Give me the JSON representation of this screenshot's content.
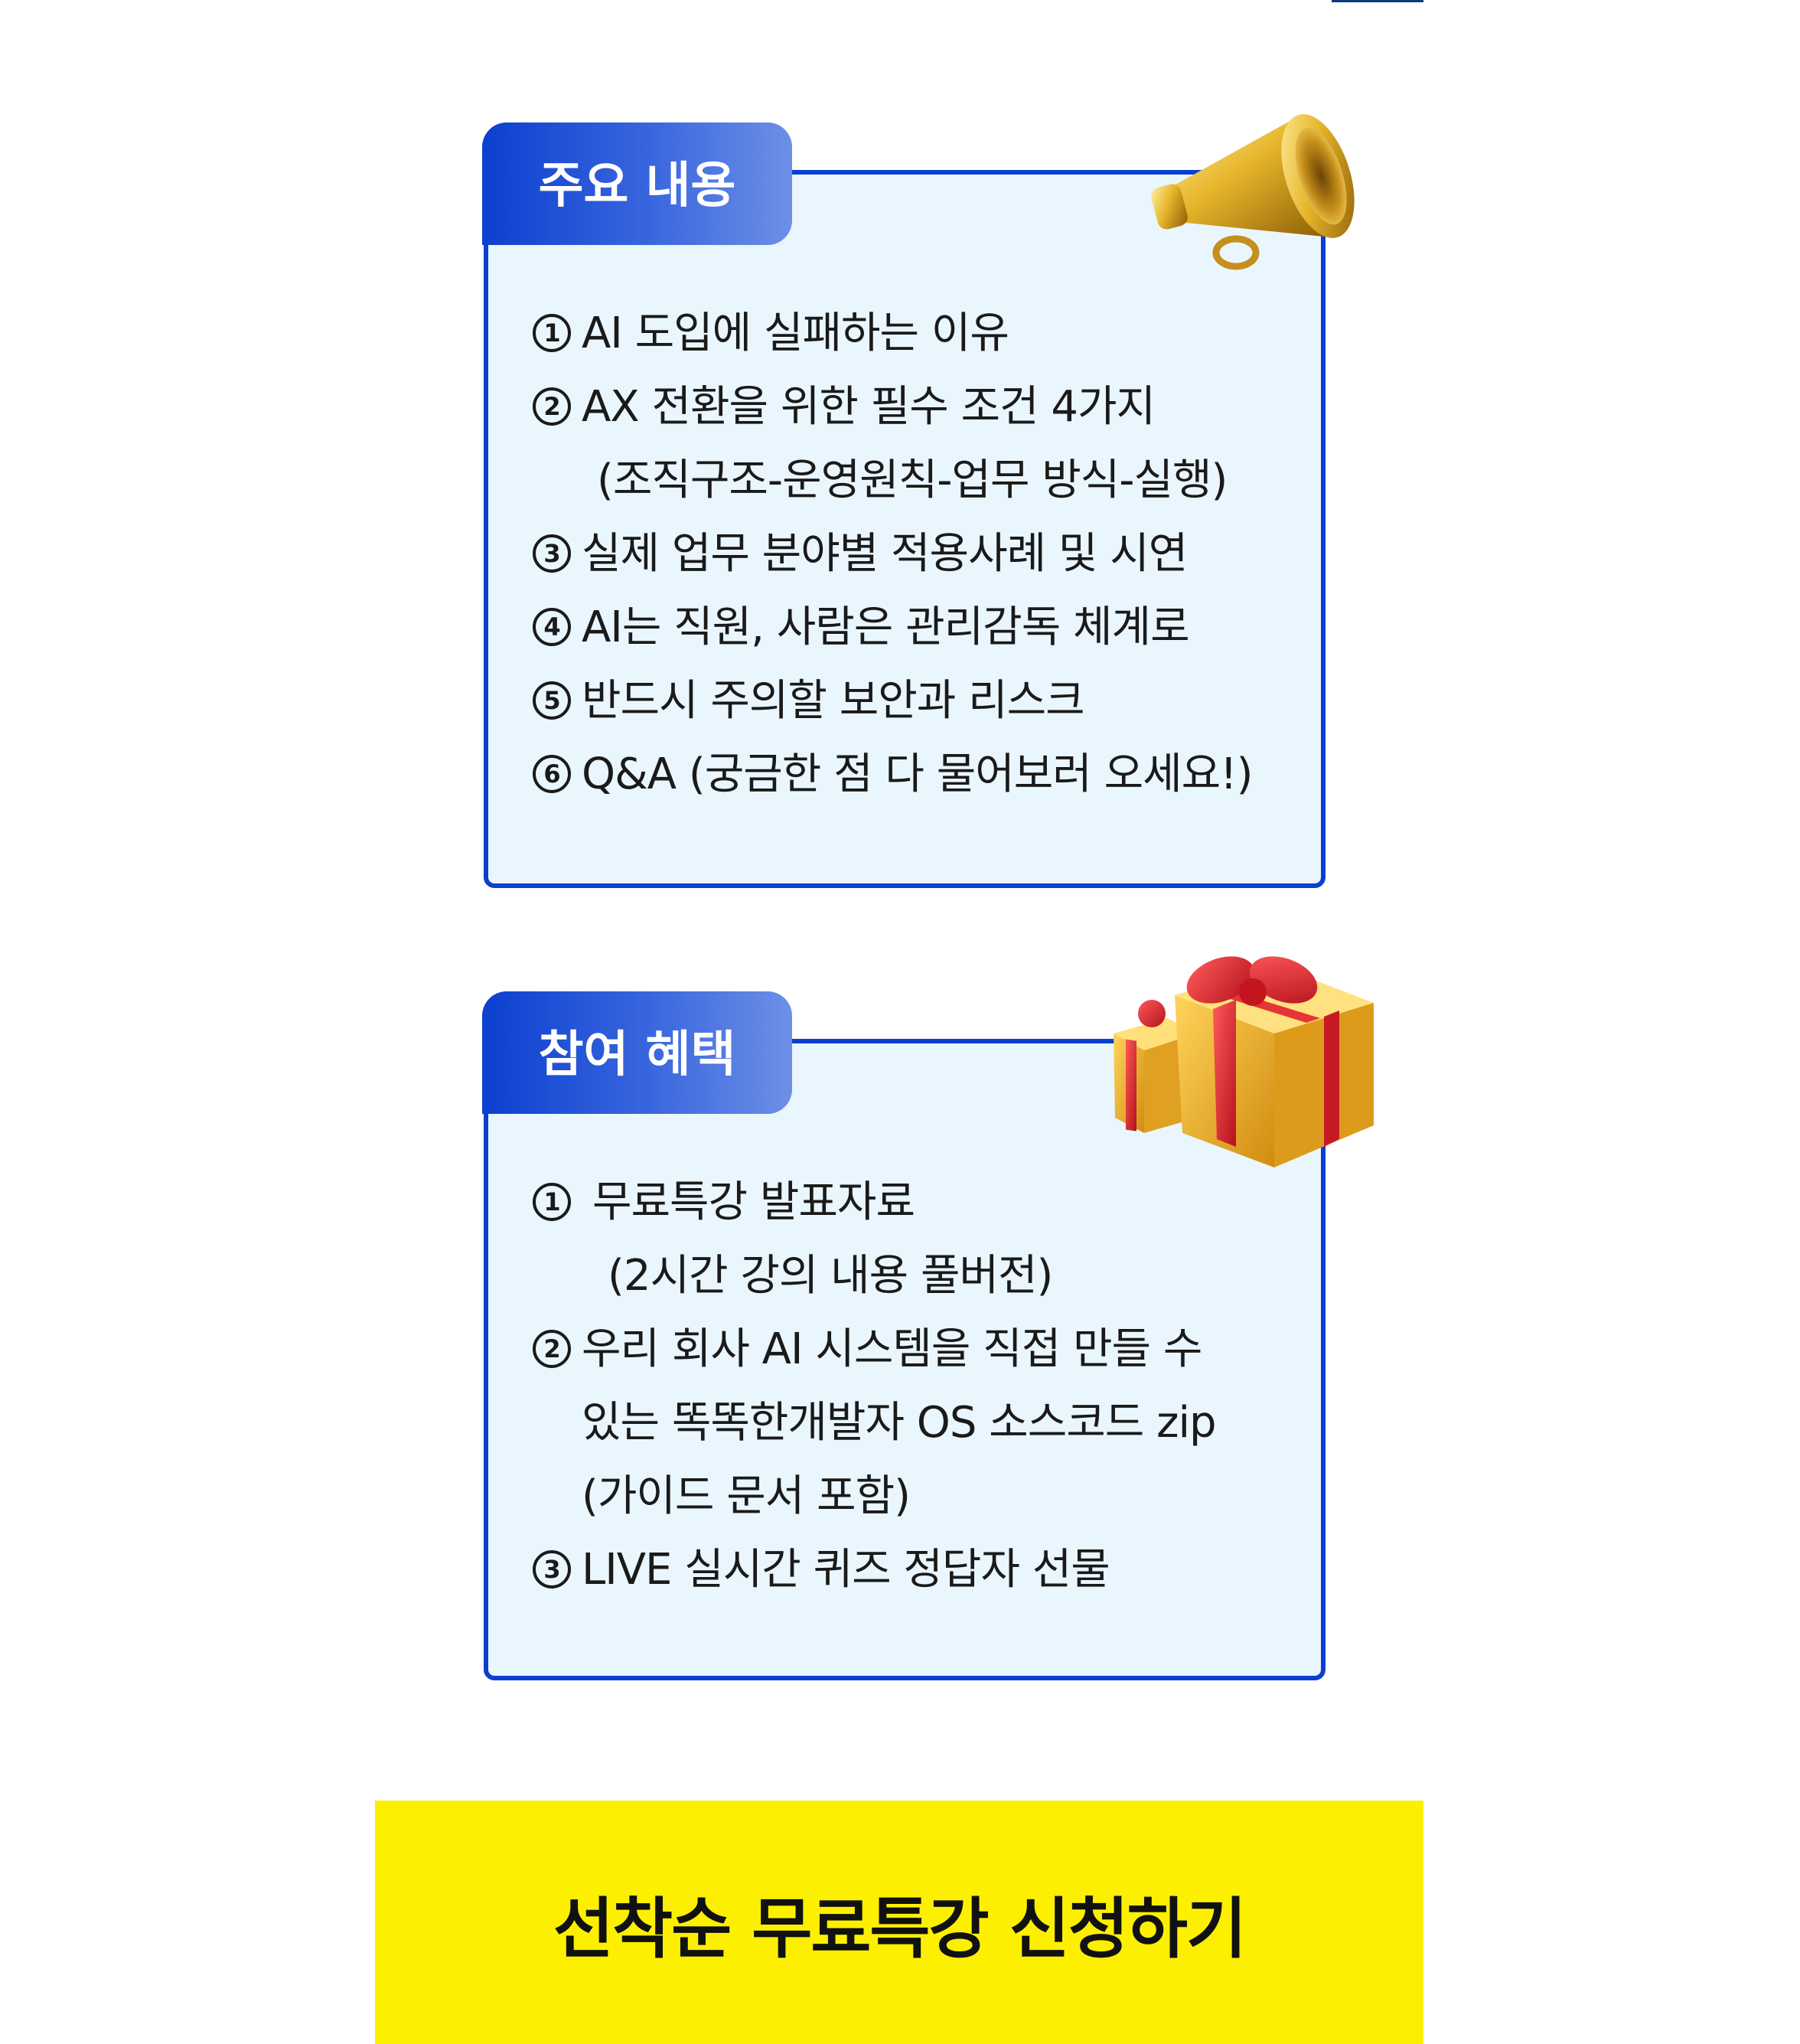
{
  "section_main": {
    "title": "주요 내용",
    "items": [
      {
        "num": "1",
        "text": "AI 도입에 실패하는 이유",
        "sub": ""
      },
      {
        "num": "2",
        "text": "AX 전환을 위한 필수 조건 4가지",
        "sub": "(조직구조-운영원칙-업무 방식-실행)"
      },
      {
        "num": "3",
        "text": "실제 업무 분야별 적용사례 및 시연",
        "sub": ""
      },
      {
        "num": "4",
        "text": "AI는 직원, 사람은 관리감독 체계로",
        "sub": ""
      },
      {
        "num": "5",
        "text": "반드시 주의할 보안과 리스크",
        "sub": ""
      },
      {
        "num": "6",
        "text": "Q&A (궁금한 점 다 물어보러 오세요!)",
        "sub": ""
      }
    ],
    "icon": "megaphone-icon"
  },
  "section_benefit": {
    "title": "참여 혜택",
    "items": [
      {
        "num": "1",
        "text": "무료특강 발표자료",
        "sub": "(2시간 강의 내용 풀버전)",
        "sub2": ""
      },
      {
        "num": "2",
        "text": "우리 회사 AI 시스템을 직접 만들 수",
        "sub": "있는 똑똑한개발자 OS 소스코드 zip",
        "sub2": "(가이드 문서 포함)"
      },
      {
        "num": "3",
        "text": "LIVE 실시간 퀴즈 정답자 선물",
        "sub": "",
        "sub2": ""
      }
    ],
    "icon": "gift-box-icon"
  },
  "cta": {
    "label": "선착순 무료특강 신청하기"
  },
  "colors": {
    "accent": "#0b3fcf",
    "panel_bg": "#eaf6fd",
    "cta_bg": "#fcf000"
  }
}
